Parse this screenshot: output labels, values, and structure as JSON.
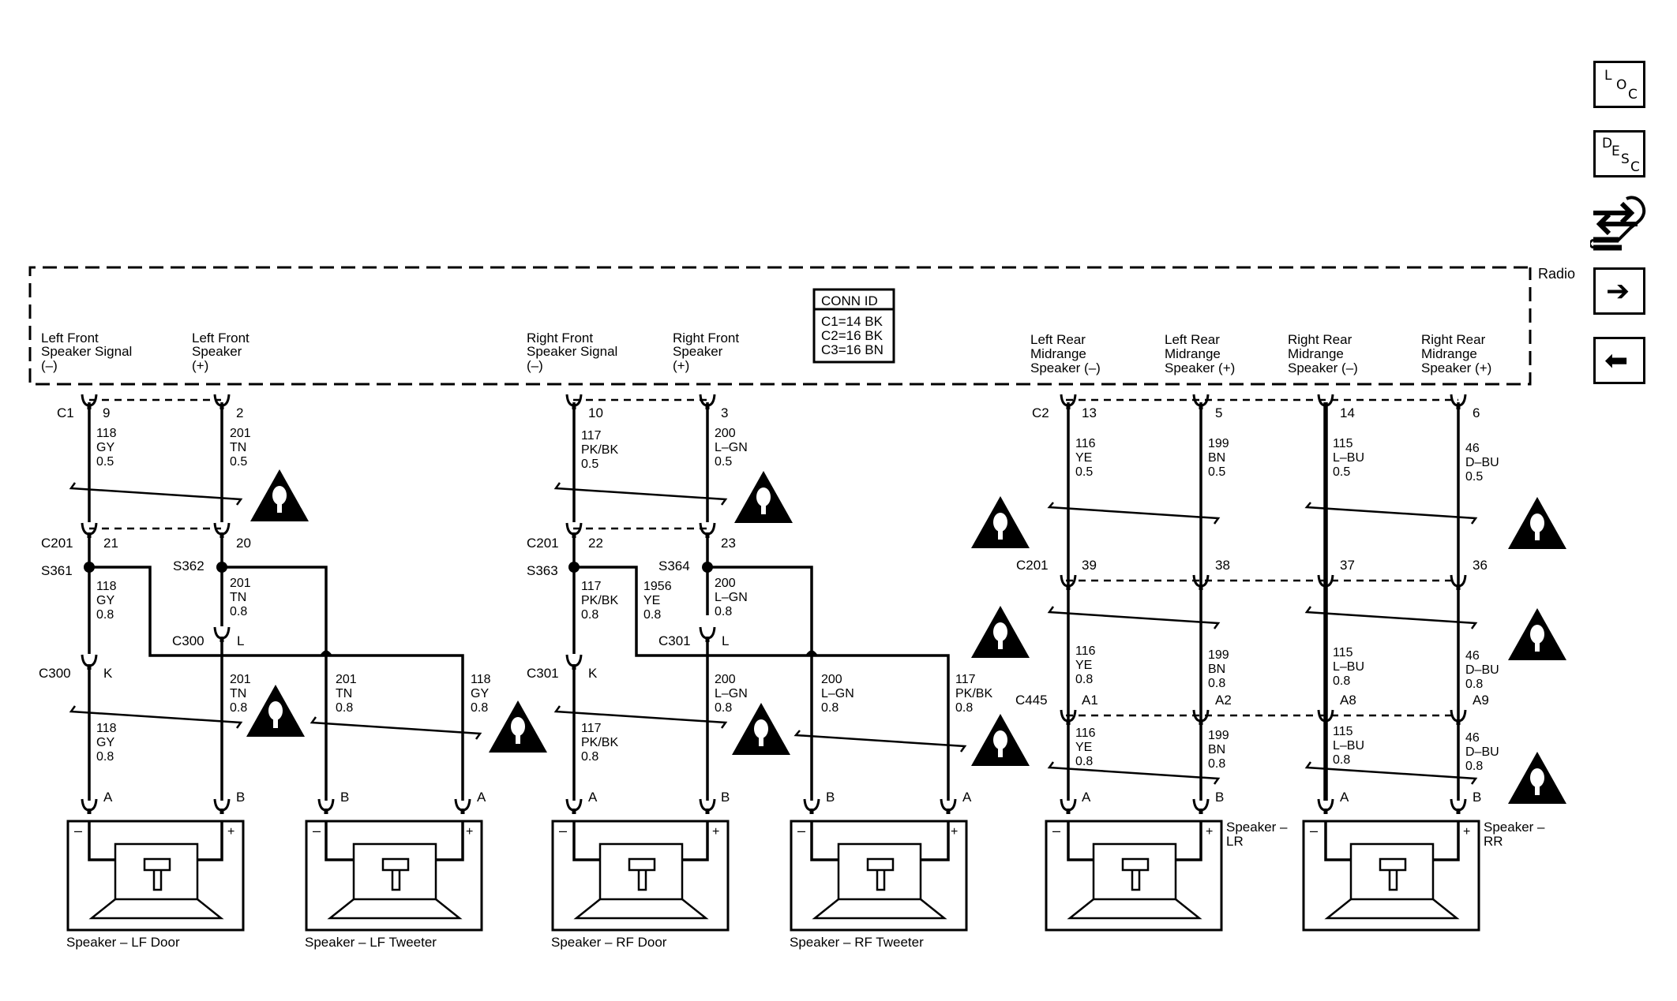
{
  "module": {
    "name": "Radio",
    "left_terminals": [
      {
        "l1": "Left Front",
        "l2": "Speaker Signal",
        "l3": "(–)"
      },
      {
        "l1": "Left Front",
        "l2": "Speaker",
        "l3": "(+)"
      },
      {
        "l1": "Right Front",
        "l2": "Speaker Signal",
        "l3": "(–)"
      },
      {
        "l1": "Right Front",
        "l2": "Speaker",
        "l3": "(+)"
      }
    ],
    "right_terminals": [
      {
        "l1": "Left Rear",
        "l2": "Midrange",
        "l3": "Speaker (–)"
      },
      {
        "l1": "Left Rear",
        "l2": "Midrange",
        "l3": "Speaker (+)"
      },
      {
        "l1": "Right Rear",
        "l2": "Midrange",
        "l3": "Speaker (–)"
      },
      {
        "l1": "Right Rear",
        "l2": "Midrange",
        "l3": "Speaker (+)"
      }
    ],
    "conn_id": {
      "title": "CONN ID",
      "rows": [
        "C1=14 BK",
        "C2=16 BK",
        "C3=16 BN"
      ]
    }
  },
  "connectors": {
    "c1": "C1",
    "c2": "C2",
    "c201": "C201",
    "c300": "C300",
    "c301": "C301",
    "c445": "C445"
  },
  "splices": {
    "s361": "S361",
    "s362": "S362",
    "s363": "S363",
    "s364": "S364"
  },
  "pins": {
    "c1": [
      "9",
      "2",
      "10",
      "3"
    ],
    "c2": [
      "13",
      "5",
      "14",
      "6"
    ],
    "c201_front": [
      "21",
      "20",
      "22",
      "23"
    ],
    "c201_rear": [
      "39",
      "38",
      "37",
      "36"
    ],
    "c300": [
      "K",
      "L"
    ],
    "c301": [
      "K",
      "L"
    ],
    "c445": [
      "A1",
      "A2",
      "A8",
      "A9"
    ],
    "speaker_pins": [
      "A",
      "B",
      "B",
      "A",
      "A",
      "B",
      "B",
      "A",
      "A",
      "B",
      "A",
      "B"
    ]
  },
  "wires": {
    "w01": [
      "118",
      "GY",
      "0.5"
    ],
    "w02": [
      "201",
      "TN",
      "0.5"
    ],
    "w03": [
      "117",
      "PK/BK",
      "0.5"
    ],
    "w04": [
      "200",
      "L–GN",
      "0.5"
    ],
    "w05": [
      "116",
      "YE",
      "0.5"
    ],
    "w06": [
      "199",
      "BN",
      "0.5"
    ],
    "w07": [
      "115",
      "L–BU",
      "0.5"
    ],
    "w08": [
      "46",
      "D–BU",
      "0.5"
    ],
    "w09": [
      "118",
      "GY",
      "0.8"
    ],
    "w10": [
      "201",
      "TN",
      "0.8"
    ],
    "w11": [
      "117",
      "PK/BK",
      "0.8"
    ],
    "w12": [
      "1956",
      "YE",
      "0.8"
    ],
    "w13": [
      "200",
      "L–GN",
      "0.8"
    ],
    "w14": [
      "116",
      "YE",
      "0.8"
    ],
    "w15": [
      "199",
      "BN",
      "0.8"
    ],
    "w16": [
      "115",
      "L–BU",
      "0.8"
    ],
    "w17": [
      "46",
      "D–BU",
      "0.8"
    ],
    "w18": [
      "201",
      "TN",
      "0.8"
    ],
    "w19": [
      "201",
      "TN",
      "0.8"
    ],
    "w20": [
      "118",
      "GY",
      "0.8"
    ],
    "w21": [
      "118",
      "GY",
      "0.8"
    ],
    "w22": [
      "200",
      "L–GN",
      "0.8"
    ],
    "w23": [
      "200",
      "L–GN",
      "0.8"
    ],
    "w24": [
      "117",
      "PK/BK",
      "0.8"
    ],
    "w25": [
      "117",
      "PK/BK",
      "0.8"
    ],
    "w26": [
      "116",
      "YE",
      "0.8"
    ],
    "w27": [
      "199",
      "BN",
      "0.8"
    ],
    "w28": [
      "115",
      "L–BU",
      "0.8"
    ],
    "w29": [
      "46",
      "D–BU",
      "0.8"
    ]
  },
  "speakers": {
    "lf_door": "Speaker – LF Door",
    "lf_tweeter": "Speaker – LF Tweeter",
    "rf_door": "Speaker – RF Door",
    "rf_tweeter": "Speaker – RF Tweeter",
    "lr": {
      "l1": "Speaker –",
      "l2": "LR"
    },
    "rr": {
      "l1": "Speaker –",
      "l2": "RR"
    }
  },
  "nav": {
    "loc": {
      "l": "L",
      "o": "O",
      "c": "C"
    },
    "desc": {
      "d": "D",
      "e": "E",
      "s": "S",
      "c": "C"
    },
    "next_glyph": "➔",
    "prev_glyph": "⬅"
  },
  "icons": {
    "warning": "warning-triangle-icon",
    "tool": "wrench-arrows-icon"
  }
}
